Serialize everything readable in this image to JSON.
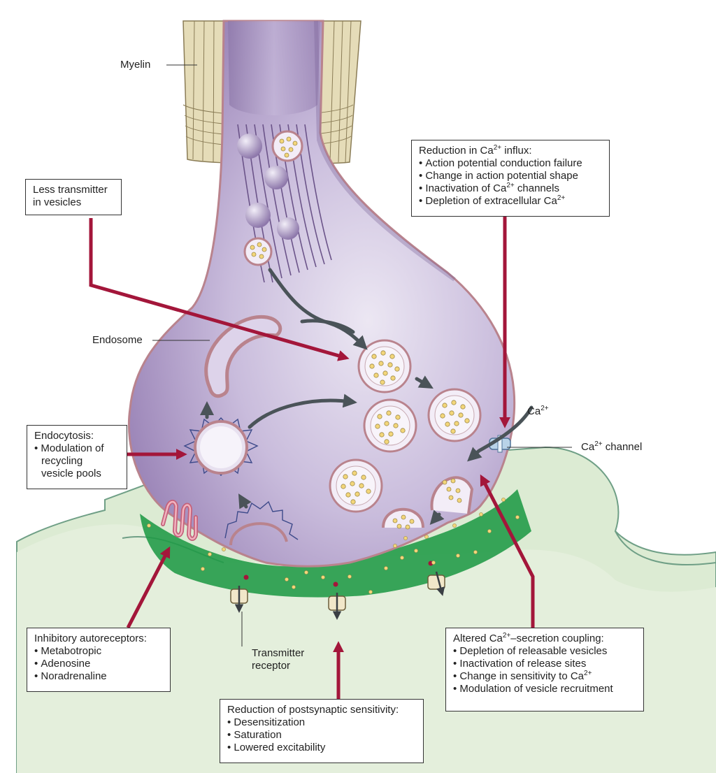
{
  "labels": {
    "myelin": "Myelin",
    "endosome": "Endosome",
    "ca_ion": "Ca2+",
    "ca_channel": "Ca2+ channel",
    "transmitter_receptor": [
      "Transmitter",
      "receptor"
    ]
  },
  "boxes": {
    "less_transmitter": {
      "lines": [
        "Less transmitter",
        "in vesicles"
      ]
    },
    "ca_influx": {
      "title": "Reduction in Ca2+ influx:",
      "items": [
        "Action potential conduction failure",
        "Change in action potential shape",
        "Inactivation of Ca2+ channels",
        "Depletion of extracellular Ca2+"
      ]
    },
    "endocytosis": {
      "title": "Endocytosis:",
      "items": [
        "Modulation of",
        "recycling",
        "vesicle pools"
      ]
    },
    "autoreceptors": {
      "title": "Inhibitory autoreceptors:",
      "items": [
        "Metabotropic",
        "Adenosine",
        "Noradrenaline"
      ]
    },
    "postsynaptic": {
      "title": "Reduction of postsynaptic sensitivity:",
      "items": [
        "Desensitization",
        "Saturation",
        "Lowered excitability"
      ]
    },
    "secretion": {
      "title": "Altered Ca2+–secretion coupling:",
      "items": [
        "Depletion of releasable vesicles",
        "Inactivation of release sites",
        "Change in sensitivity to Ca2+",
        "Modulation of vesicle recruitment"
      ]
    }
  },
  "colors": {
    "terminal": "#a48fbf",
    "terminal_light": "#e3dcee",
    "membrane": "#b9838d",
    "myelin": "#e5dcb8",
    "postsynaptic": "#d7e9cf",
    "cleft": "#1f9a46",
    "arrow_red": "#a3163a",
    "arrow_gray": "#4a5358",
    "transmitter": "#f3d67a"
  }
}
